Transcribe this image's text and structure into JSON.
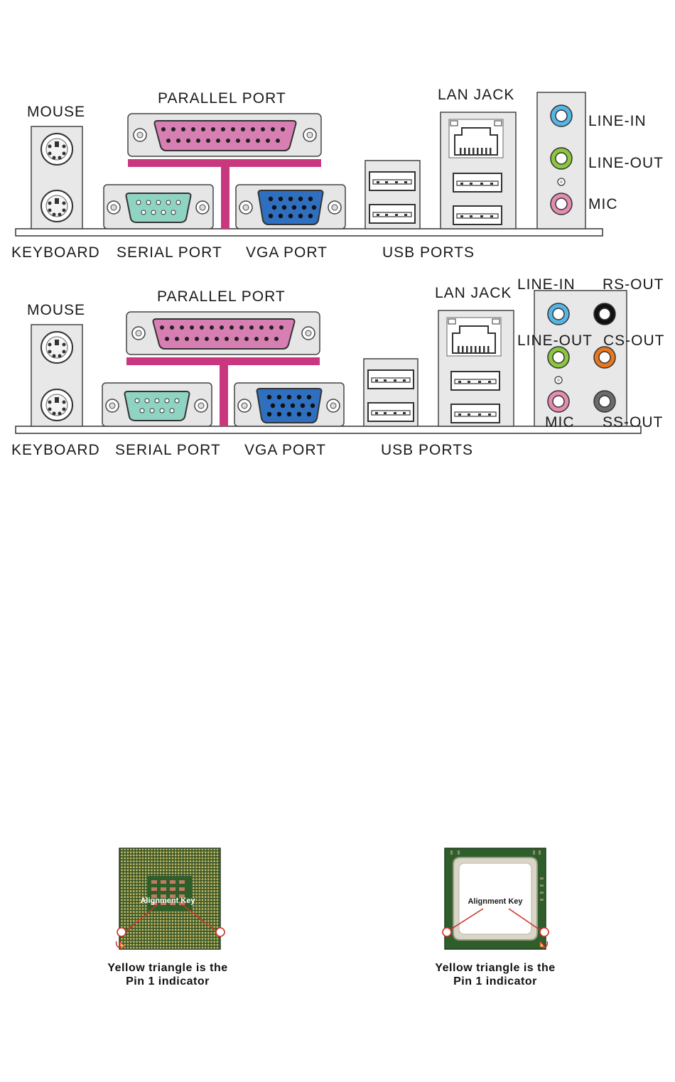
{
  "panel_top": {
    "mouse": "MOUSE",
    "keyboard": "KEYBOARD",
    "parallel_port": "PARALLEL PORT",
    "serial_port": "SERIAL PORT",
    "vga_port": "VGA PORT",
    "usb_ports": "USB PORTS",
    "lan_jack": "LAN JACK",
    "line_in": "LINE-IN",
    "line_out": "LINE-OUT",
    "mic": "MIC"
  },
  "panel_bottom": {
    "mouse": "MOUSE",
    "keyboard": "KEYBOARD",
    "parallel_port": "PARALLEL PORT",
    "serial_port": "SERIAL PORT",
    "vga_port": "VGA PORT",
    "usb_ports": "USB PORTS",
    "lan_jack": "LAN JACK",
    "line_in": "LINE-IN",
    "rs_out": "RS-OUT",
    "line_out": "LINE-OUT",
    "cs_out": "CS-OUT",
    "mic": "MIC",
    "ss_out": "SS-OUT"
  },
  "cpus": [
    {
      "alignment_key": "Alignment Key",
      "caption_line1": "Yellow triangle is the",
      "caption_line2": "Pin 1 indicator"
    },
    {
      "alignment_key": "Alignment Key",
      "caption_line1": "Yellow triangle is the",
      "caption_line2": "Pin 1 indicator"
    }
  ],
  "colors": {
    "parallel": "#d77fb3",
    "serial": "#8fd3c3",
    "vga": "#2f6fc0",
    "line_in": "#55b6e6",
    "line_out": "#8cc63f",
    "mic": "#e58bb0",
    "rs_out": "#111111",
    "cs_out": "#e8771d",
    "ss_out": "#6b6b6b",
    "magenta_bar": "#c9387f",
    "chip_green": "#2f5e2a",
    "pin_gold": "#c8b35a"
  }
}
